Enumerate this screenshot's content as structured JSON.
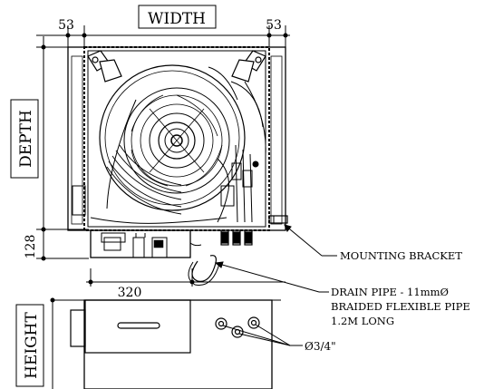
{
  "dimensions": {
    "width_label": "WIDTH",
    "depth_label": "DEPTH",
    "height_label": "HEIGHT",
    "margin_left": "53",
    "margin_right": "53",
    "front_depth": "128",
    "bottom_width": "320"
  },
  "callouts": {
    "mounting_bracket": "MOUNTING BRACKET",
    "drain_line1": "DRAIN PIPE - 11mmØ",
    "drain_line2": "BRAIDED FLEXIBLE PIPE",
    "drain_line3": "1.2M LONG",
    "pipe_size": "Ø3/4\""
  }
}
